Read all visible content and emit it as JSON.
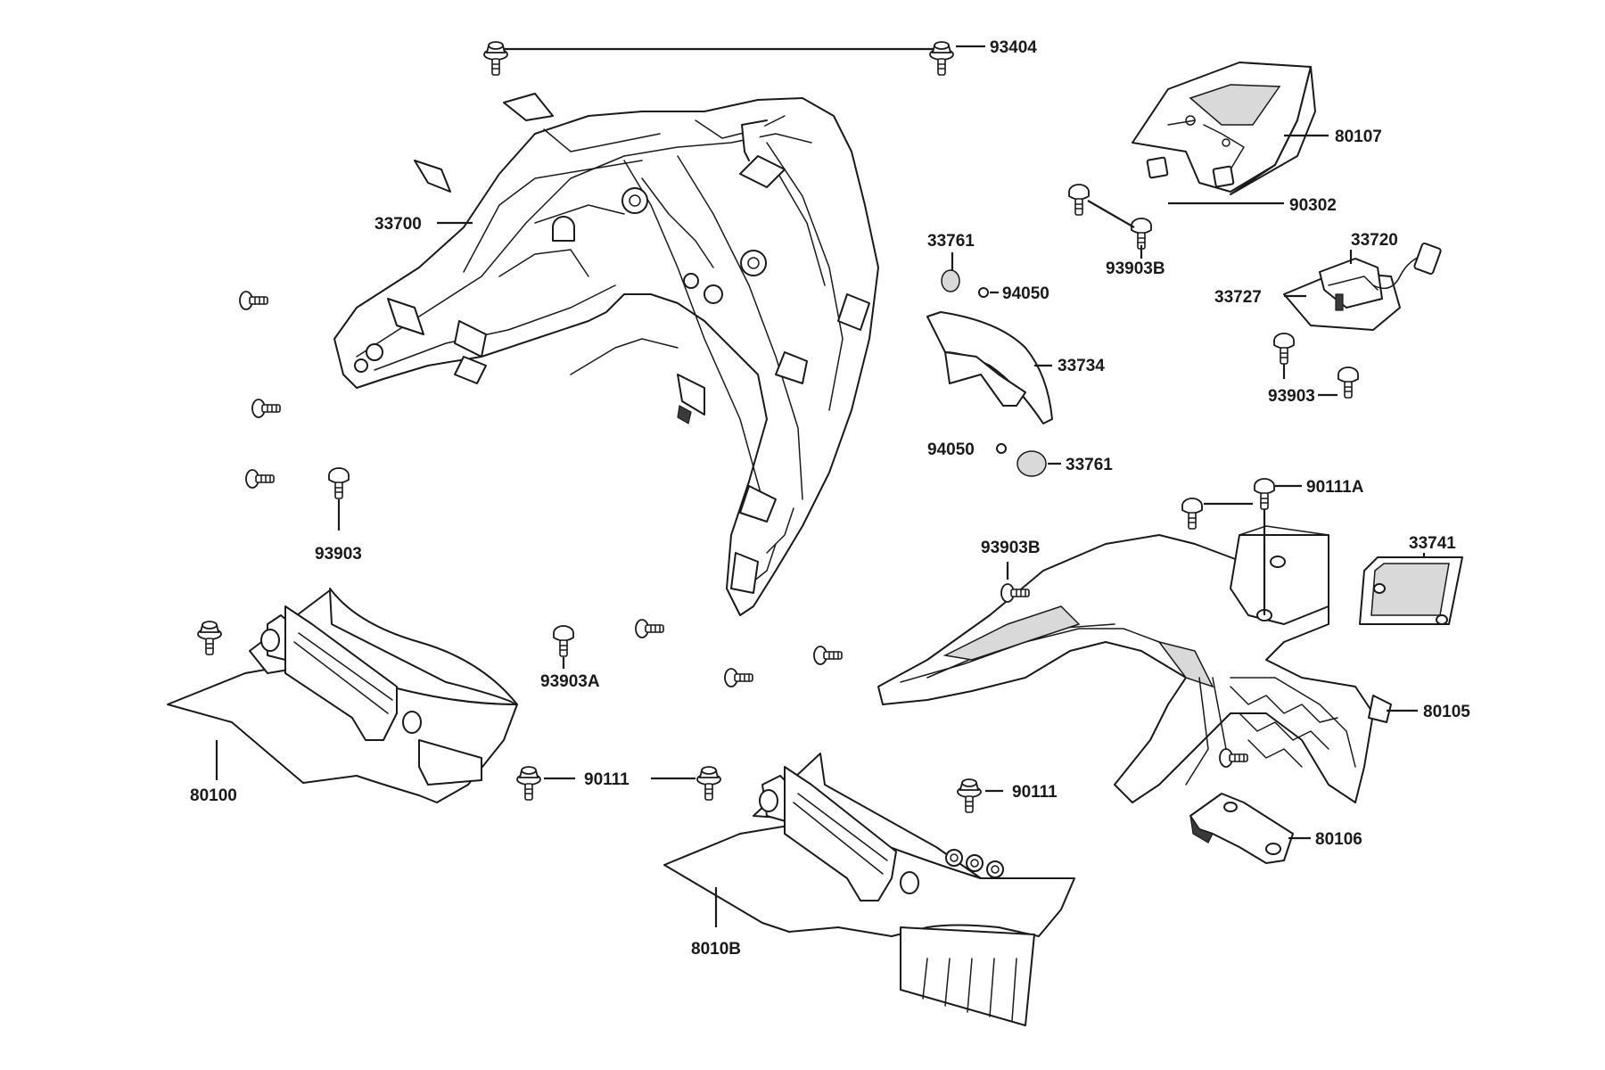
{
  "labels": {
    "p93404": "93404",
    "p80107": "80107",
    "p90302": "90302",
    "p93903B_top": "93903B",
    "p33720": "33720",
    "p33727": "33727",
    "p93903_right": "93903",
    "p33700": "33700",
    "p33761_top": "33761",
    "p94050_top": "94050",
    "p33734": "33734",
    "p94050_bottom": "94050",
    "p33761_bottom": "33761",
    "p90111A": "90111A",
    "p93903B_mid": "93903B",
    "p33741": "33741",
    "p93903_left": "93903",
    "p93903A": "93903A",
    "p80105": "80105",
    "p80100": "80100",
    "p90111_left": "90111",
    "p90111_right": "90111",
    "p80106": "80106",
    "p8010B": "8010B"
  },
  "colors": {
    "line": "#1a1a1a",
    "background": "#ffffff",
    "shade": "#d9d9d9"
  }
}
